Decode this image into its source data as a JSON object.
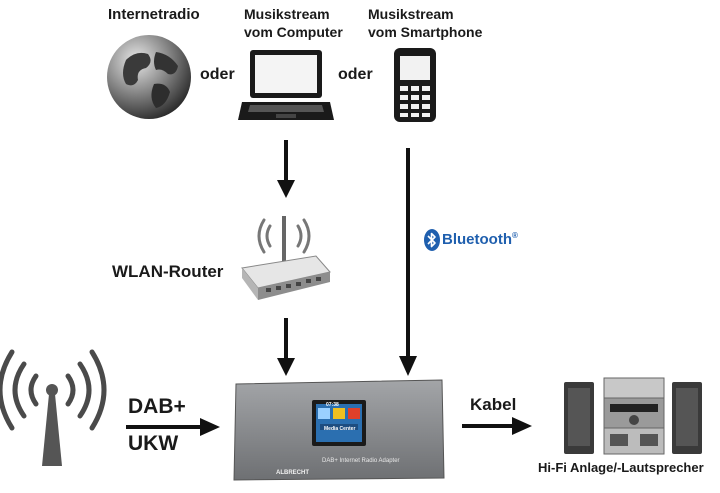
{
  "sources": {
    "internetradio": "Internetradio",
    "computer_line1": "Musikstream",
    "computer_line2": "vom Computer",
    "smartphone_line1": "Musikstream",
    "smartphone_line2": "vom Smartphone",
    "oder_1": "oder",
    "oder_2": "oder"
  },
  "router": {
    "label": "WLAN-Router"
  },
  "bluetooth": {
    "label": "Bluetooth",
    "mark": "®"
  },
  "broadcast": {
    "dab": "DAB+",
    "ukw": "UKW"
  },
  "output": {
    "cable_label": "Kabel",
    "hifi_label": "Hi-Fi Anlage/-Lautsprecher"
  },
  "device": {
    "brand": "ALBRECHT",
    "model_text": "DAB+ Internet Radio Adapter",
    "screen_time": "07:38",
    "screen_menu": "Media Center"
  },
  "colors": {
    "arrow": "#111111",
    "bluetooth_blue": "#1f5fae",
    "device_body": "#8a8c8f"
  }
}
